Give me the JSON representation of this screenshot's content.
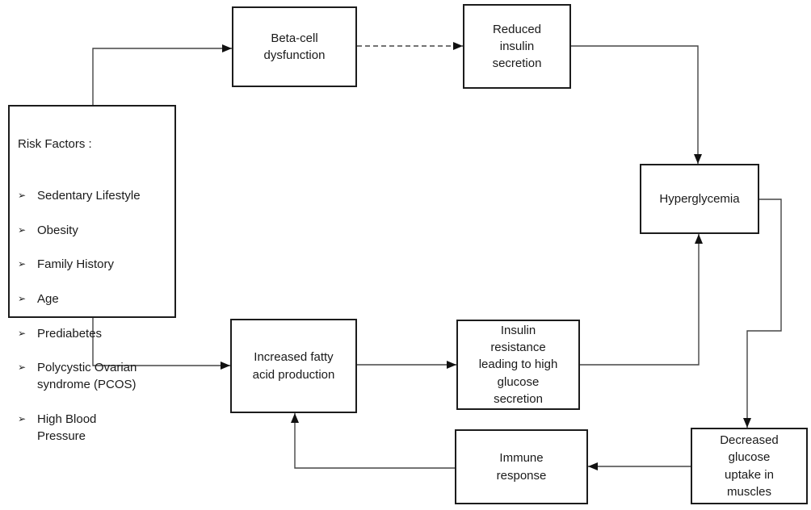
{
  "diagram": {
    "title": "Type 2 diabetes pathophysiology flowchart",
    "colors": {
      "background": "#ffffff",
      "box_border": "#1c1c1c",
      "text": "#1a1a1a",
      "connector": "#454545",
      "arrowhead": "#111111"
    },
    "risk_factors": {
      "title": "Risk Factors :",
      "bullet": "➢",
      "items": [
        "Sedentary Lifestyle",
        "Obesity",
        "Family History",
        "Age",
        "Prediabetes",
        "Polycystic Ovarian\nsyndrome (PCOS)",
        "High Blood\nPressure"
      ]
    },
    "nodes": {
      "beta_cell": "Beta-cell\ndysfunction",
      "reduced_insulin": "Reduced\ninsulin\nsecretion",
      "hyperglycemia": "Hyperglycemia",
      "increased_fatty": "Increased fatty\nacid production",
      "insulin_resistance": "Insulin\nresistance\nleading to high\nglucose\nsecretion",
      "immune_response": "Immune\nresponse",
      "decreased_glucose": "Decreased\nglucose\nuptake in\nmuscles"
    },
    "edges": [
      {
        "from": "risk-factors",
        "to": "beta-cell-dysfunction",
        "style": "solid"
      },
      {
        "from": "beta-cell-dysfunction",
        "to": "reduced-insulin-secretion",
        "style": "dashed"
      },
      {
        "from": "reduced-insulin-secretion",
        "to": "hyperglycemia",
        "style": "solid"
      },
      {
        "from": "risk-factors",
        "to": "increased-fatty-acid-production",
        "style": "solid"
      },
      {
        "from": "increased-fatty-acid-production",
        "to": "insulin-resistance",
        "style": "solid"
      },
      {
        "from": "insulin-resistance",
        "to": "hyperglycemia",
        "style": "solid"
      },
      {
        "from": "hyperglycemia",
        "to": "decreased-glucose-uptake",
        "style": "solid"
      },
      {
        "from": "decreased-glucose-uptake",
        "to": "immune-response",
        "style": "solid"
      },
      {
        "from": "immune-response",
        "to": "increased-fatty-acid-production",
        "style": "solid"
      }
    ]
  }
}
